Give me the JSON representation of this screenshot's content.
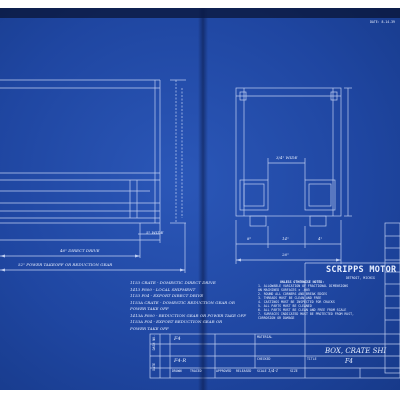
{
  "sheet": {
    "corner_code": "DATE: 8-14-39",
    "company": "SCRIPPS MOTOR",
    "city": "DETROIT, MICHIG",
    "drawing_title": "BOX, CRATE SHI",
    "drawing_title_2": "F4",
    "model_code": "F4",
    "model_code_2": "F4-R",
    "scale_value": "1/4-1",
    "labels": {
      "material": "MATERIAL",
      "checked": "CHECKED",
      "title": "TITLE",
      "drawn": "DRAWN",
      "traced": "TRACED",
      "approved": "APPROVED",
      "released": "RELEASED",
      "scale": "SCALE",
      "size": "SIZE",
      "dash_no": "DASH NO.",
      "date": "DATE"
    }
  },
  "notes": {
    "heading": "UNLESS OTHERWISE NOTED:",
    "items": [
      "1. ALLOWABLE VARIATION OF FRACTIONAL DIMENSIONS",
      "   ON MACHINED SURFACES ± .005",
      "2. ROUND ALL CORNERS AND BREAK EDGES",
      "3. THREADS MUST BE CLEAN AND FREE",
      "4. CASTINGS MUST BE INSPECTED FOR CRACKS",
      "5. ALL PARTS MUST BE CLEANED",
      "6. ALL PARTS MUST BE CLEAN AND FREE FROM SCALE",
      "7. SURFACES INDICATED MUST BE PROTECTED FROM RUST,",
      "   CORROSION OR DAMAGE"
    ]
  },
  "dims": {
    "overall_direct": "46\" DIRECT DRIVE",
    "overall_reduction": "52\" POWER TAKEOFF OR REDUCTION GEAR",
    "small_left": "5\" WIDE",
    "center_upper": "3/4\" WIDE",
    "width_a": "8\"",
    "width_b": "14\"",
    "width_c": "4\"",
    "overall_width": "26\""
  },
  "variants": [
    "1153 CRATE - DOMESTIC DIRECT DRIVE",
    "1413 F600 - LOCAL SHIPMENT",
    "1153 F04 - EXPORT DIRECT DRIVE",
    "1153A CRATE - DOMESTIC REDUCTION GEAR OR",
    "      POWER TAKE OFF",
    "1413A F600 - REDUCTION GEAR OR POWER TAKE OFF",
    "1153A F04 - EXPORT REDUCTION GEAR OR",
    "      POWER TAKE OFF"
  ]
}
